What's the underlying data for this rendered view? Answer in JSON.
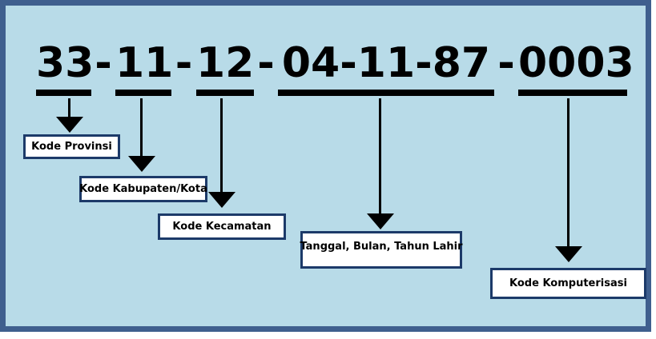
{
  "diagram": {
    "number": {
      "full": "33-11-12-04-11-87-0003",
      "separator": "-",
      "segments": [
        {
          "digits": "33",
          "label": "Kode Provinsi"
        },
        {
          "digits": "11",
          "label": "Kode Kabupaten/Kota"
        },
        {
          "digits": "12",
          "label": "Kode Kecamatan"
        },
        {
          "digits": "04-11-87",
          "label": "Tanggal, Bulan, Tahun Lahir"
        },
        {
          "digits": "0003",
          "label": "Kode Komputerisasi"
        }
      ]
    },
    "colors": {
      "background": "#b8dbe8",
      "frame_border": "#3f5f8e",
      "box_border": "#1c3a69",
      "box_fill": "#ffffff",
      "ink": "#000000"
    }
  }
}
